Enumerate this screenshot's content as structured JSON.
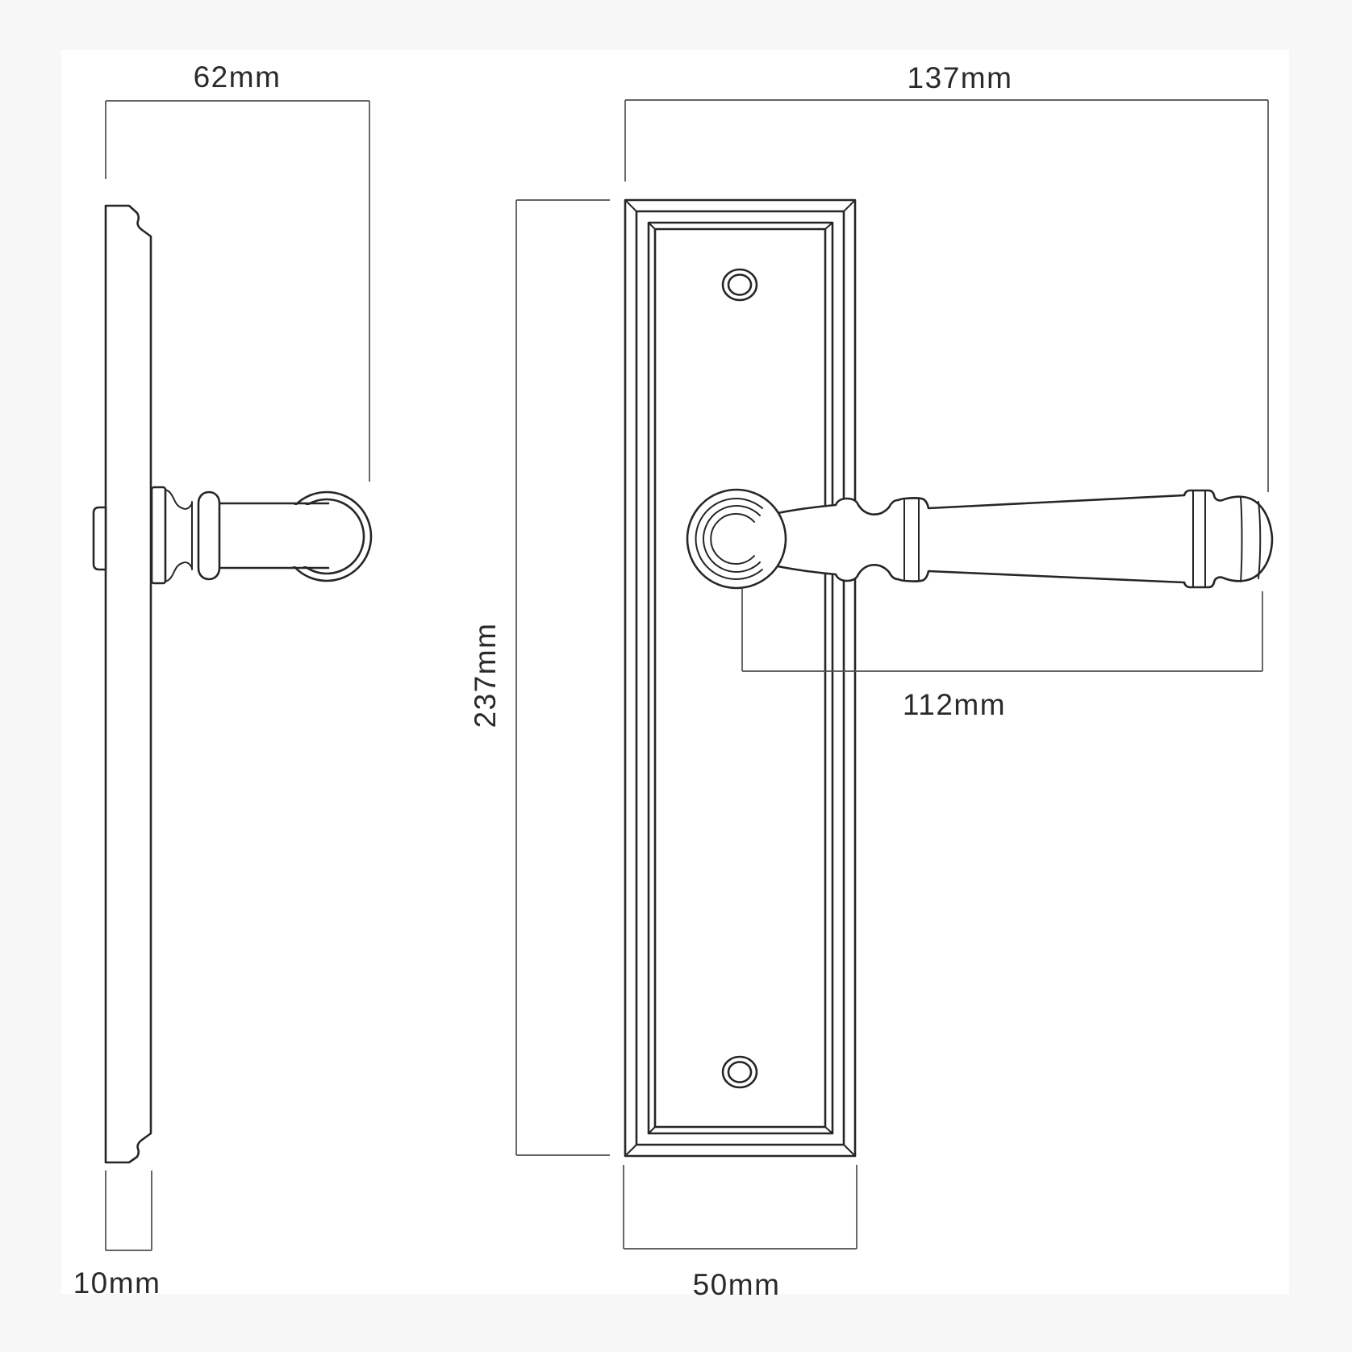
{
  "page": {
    "background_color": "#f7f7f7",
    "canvas_color": "#ffffff"
  },
  "drawing": {
    "type": "technical-dimension-drawing",
    "subject": "lever door handle on rectangular backplate",
    "line_color": "#262626",
    "dimension_line_color": "#4f4f4f",
    "views": [
      {
        "id": "side-view",
        "description": "side profile of backplate and lever"
      },
      {
        "id": "front-view",
        "description": "front elevation of backplate with lever and screw holes"
      }
    ],
    "dimensions": {
      "side_depth": "62mm",
      "plate_thickness": "10mm",
      "overall_length": "137mm",
      "plate_height": "237mm",
      "lever_length": "112mm",
      "plate_width": "50mm"
    }
  }
}
